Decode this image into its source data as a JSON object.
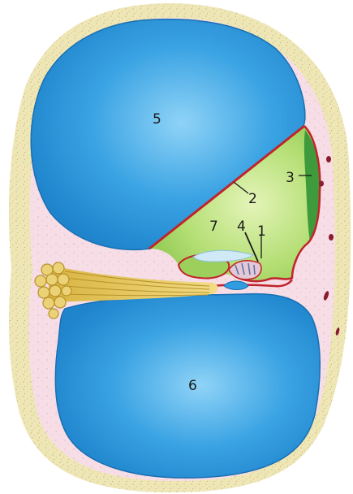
{
  "labels": {
    "l1": "1",
    "l2": "2",
    "l3": "3",
    "l4": "4",
    "l5": "5",
    "l6": "6",
    "l7": "7"
  },
  "colors": {
    "bone_outer": "#efe6b6",
    "bone_speckle": "#c9bd8a",
    "tissue_pink": "#f6dde6",
    "scala_blue": "#2f9de0",
    "scala_blue_light": "#7ccaf3",
    "scala_blue_edge": "#1a6fb2",
    "duct_green": "#a8d86a",
    "duct_green_light": "#d9efa8",
    "duct_green_dark": "#3e9a3a",
    "membrane_red": "#c0242a",
    "nerve_yellow": "#e8c85a",
    "nerve_dark": "#b8922a",
    "vessel_dark": "#8a1c30"
  }
}
